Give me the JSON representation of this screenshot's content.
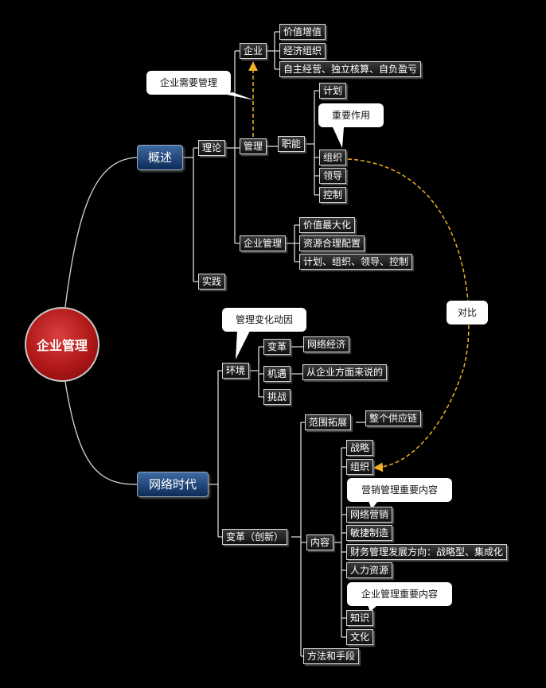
{
  "root": "企业管理",
  "branches": {
    "overview": "概述",
    "network_era": "网络时代"
  },
  "nodes": {
    "theory": "理论",
    "practice": "实践",
    "enterprise": "企业",
    "value_increase": "价值增值",
    "economic_org": "经济组织",
    "autonomy": "自主经营、独立核算、自负盈亏",
    "management": "管理",
    "functions": "职能",
    "plan": "计划",
    "organize": "组织",
    "lead": "领导",
    "control": "控制",
    "ent_management": "企业管理",
    "value_max": "价值最大化",
    "resource_alloc": "资源合理配置",
    "plan_org_lead_control": "计划、组织、领导、控制",
    "environment": "环境",
    "change": "变革",
    "network_economy": "网络经济",
    "opportunity": "机遇",
    "from_enterprise": "从企业方面来说的",
    "challenge": "挑战",
    "change_innovation": "变革（创新）",
    "scope_expand": "范围拓展",
    "supply_chain": "整个供应链",
    "content": "内容",
    "strategy": "战略",
    "organization2": "组织",
    "network_marketing": "网络营销",
    "agile_mfg": "敏捷制造",
    "finance_direction": "财务管理发展方向：战略型、集成化",
    "hr": "人力资源",
    "knowledge": "知识",
    "culture": "文化",
    "methods": "方法和手段"
  },
  "callouts": {
    "need_management": "企业需要管理",
    "important_role": "重要作用",
    "change_motive": "管理变化动因",
    "contrast": "对比",
    "marketing_important": "营销管理重要内容",
    "ent_mgmt_important": "企业管理重要内容"
  },
  "colors": {
    "background": "#000000",
    "connector": "#d8d8d8",
    "dashed_arrow": "#f0b020",
    "root_fill": "#b01818",
    "branch_fill": "#1f4a80"
  }
}
